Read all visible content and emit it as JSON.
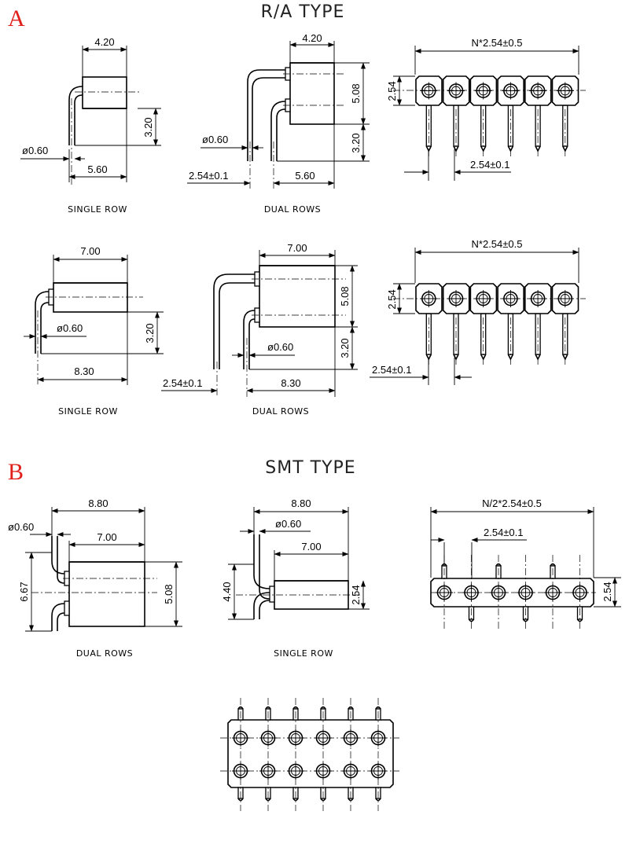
{
  "sections": {
    "a": {
      "letter": "A",
      "title": "R/A TYPE"
    },
    "b": {
      "letter": "B",
      "title": "SMT TYPE"
    }
  },
  "colors": {
    "section_letter": "#e0201b",
    "line": "#000000"
  },
  "captions": {
    "single_row": "SINGLE ROW",
    "dual_rows": "DUAL ROWS"
  },
  "dims": {
    "w420": "4.20",
    "w560": "5.60",
    "w700": "7.00",
    "w830": "8.30",
    "w880": "8.80",
    "h320": "3.20",
    "h508": "5.08",
    "h254": "2.54",
    "h667": "6.67",
    "h440": "4.40",
    "dia060": "ø0.60",
    "pitch": "2.54±0.1",
    "length_n": "N*2.54±0.5",
    "length_half_n": "N/2*2.54±0.5"
  }
}
